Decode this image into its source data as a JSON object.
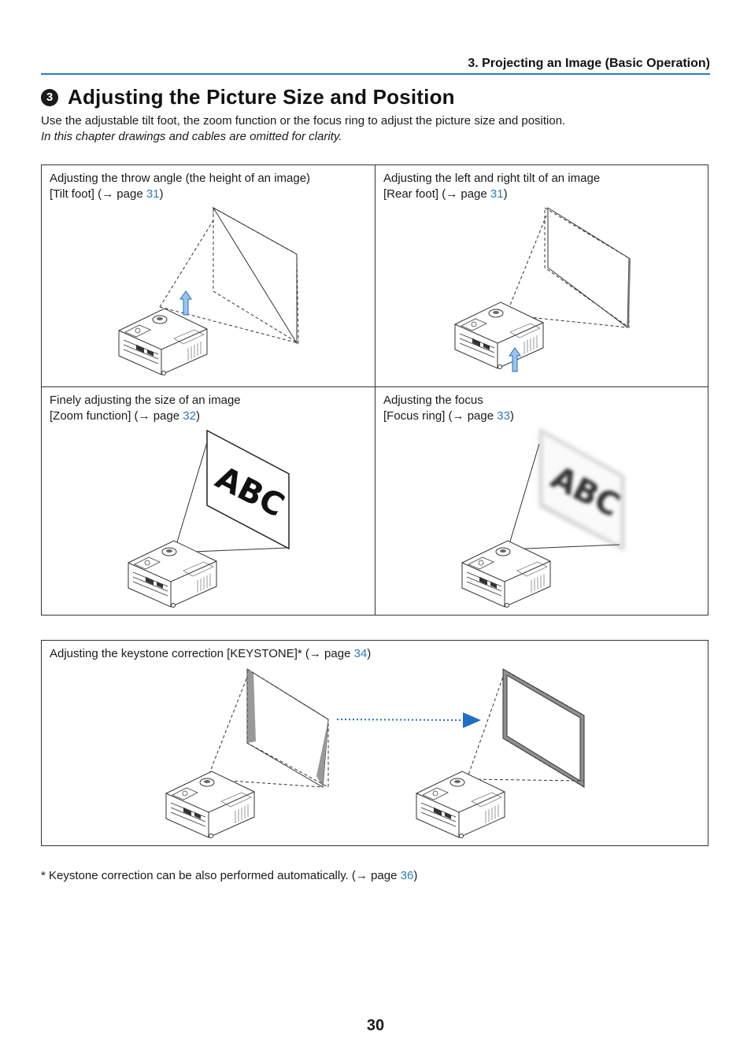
{
  "header": {
    "chapter_title": "3. Projecting an Image (Basic Operation)"
  },
  "section": {
    "step_number": "3",
    "title": "Adjusting the Picture Size and Position",
    "intro": "Use the adjustable tilt foot, the zoom function or the focus ring to adjust the picture size and position.",
    "note": "In this chapter drawings and cables are omitted for clarity."
  },
  "panels": {
    "tilt": {
      "line1": "Adjusting the throw angle (the height of an image)",
      "line2_prefix": "[Tilt foot] (→ page ",
      "page": "31",
      "suffix": ")"
    },
    "rear": {
      "line1": "Adjusting the left and right tilt of an image",
      "line2_prefix": "[Rear foot] (→ page ",
      "page": "31",
      "suffix": ")"
    },
    "zoom": {
      "line1": "Finely adjusting the size of an image",
      "line2_prefix": "[Zoom function] (→ page ",
      "page": "32",
      "suffix": ")",
      "screen_text": "ABC"
    },
    "focus": {
      "line1": "Adjusting the focus",
      "line2_prefix": "[Focus ring] (→ page ",
      "page": "33",
      "suffix": ")",
      "screen_text": "ABC"
    }
  },
  "keystone": {
    "prefix": "Adjusting the keystone correction [KEYSTONE]* (→ page ",
    "page": "34",
    "suffix": ")"
  },
  "footnote": {
    "prefix": "* Keystone correction can be also performed automatically. (→ page ",
    "page": "36",
    "suffix": ")"
  },
  "page_number": "30",
  "colors": {
    "accent": "#2b7bbf",
    "arrow_blue": "#1f6fc4",
    "arrow_light": "#9cc4ea"
  }
}
